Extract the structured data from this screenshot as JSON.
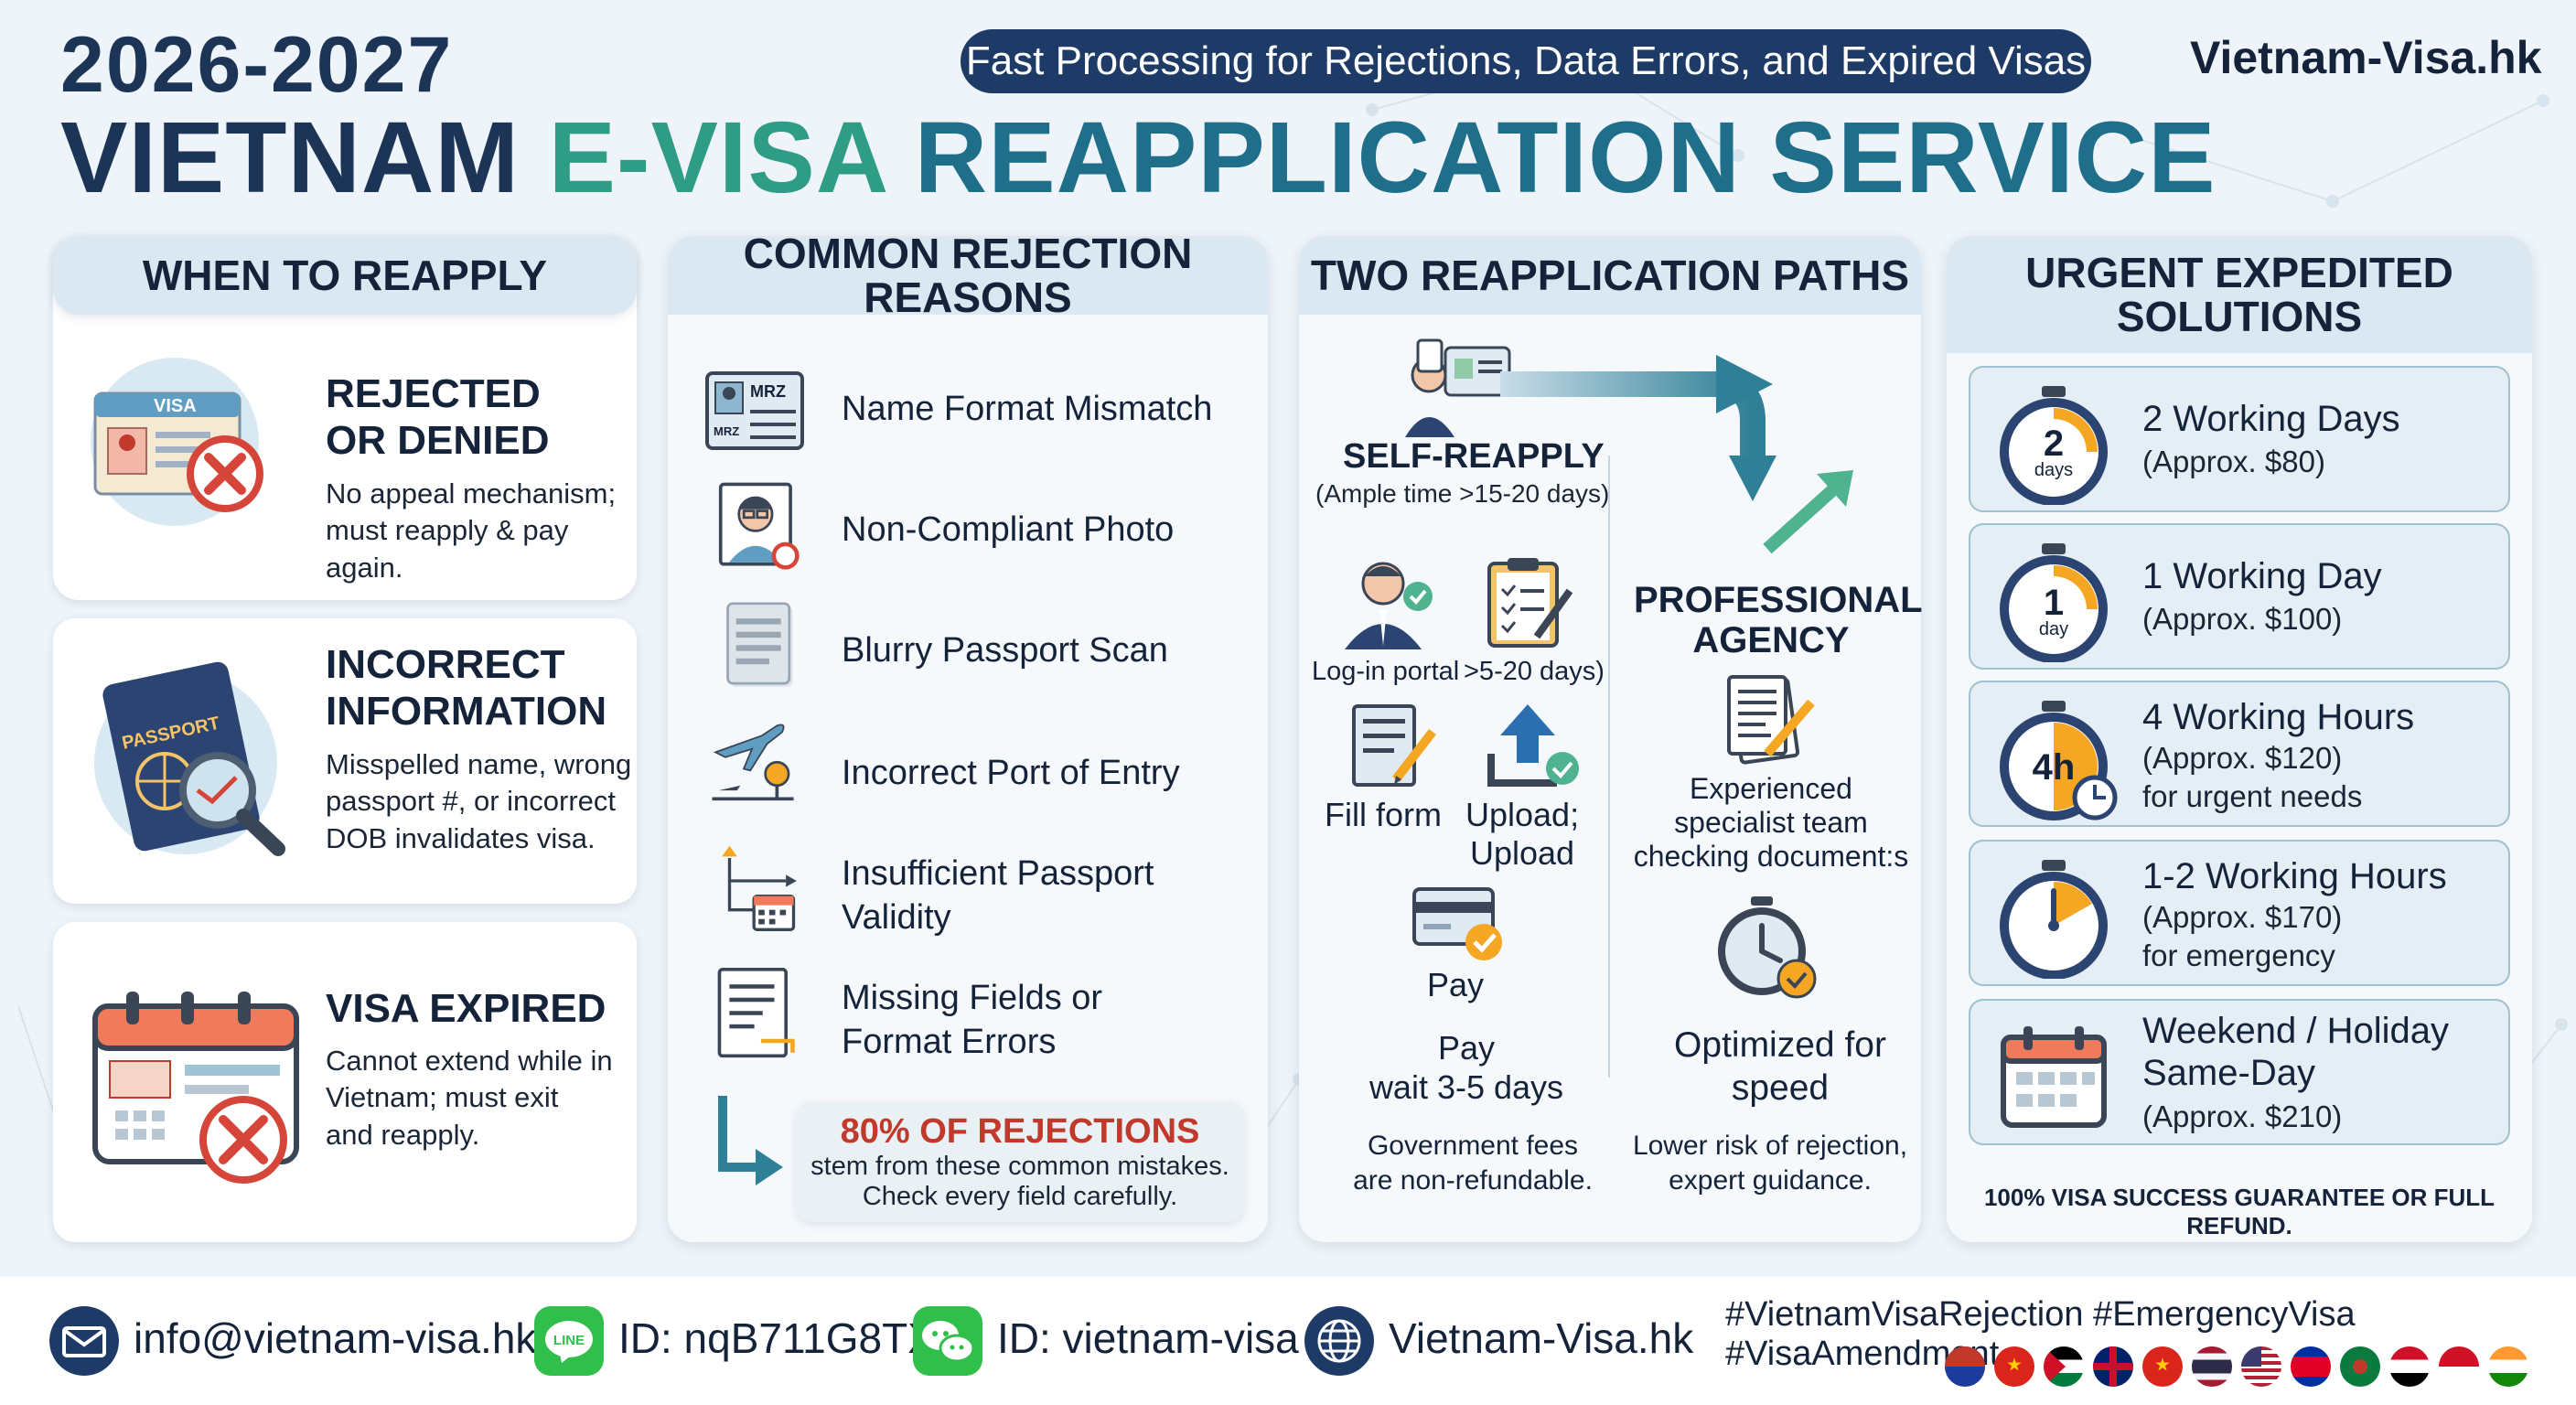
{
  "header": {
    "year": "2026-2027",
    "title_part1": "VIETNAM",
    "title_part2": "E-VISA",
    "title_part3": "REAPPLICATION SERVICE",
    "tagline": "Fast Processing for Rejections, Data Errors, and Expired Visas",
    "brand": "Vietnam-Visa.hk"
  },
  "when": {
    "heading": "WHEN TO REAPPLY",
    "cards": [
      {
        "title_l1": "REJECTED",
        "title_l2": "OR DENIED",
        "desc_l1": "No appeal mechanism;",
        "desc_l2": "must reapply & pay again.",
        "desc_l3": "",
        "icon": "rejected-visa-icon"
      },
      {
        "title_l1": "INCORRECT",
        "title_l2": "INFORMATION",
        "desc_l1": "Misspelled name, wrong",
        "desc_l2": "passport #, or incorrect",
        "desc_l3": "DOB invalidates visa.",
        "icon": "passport-magnifier-icon"
      },
      {
        "title_l1": "VISA EXPIRED",
        "title_l2": "",
        "desc_l1": "Cannot extend while in",
        "desc_l2": "Vietnam; must exit",
        "desc_l3": "and reapply.",
        "icon": "expired-calendar-icon"
      }
    ],
    "visa_word": "VISA",
    "passport_word": "PASSPORT"
  },
  "reasons": {
    "heading": "COMMON REJECTION REASONS",
    "items": [
      {
        "l1": "Name Format Mismatch",
        "l2": ""
      },
      {
        "l1": "Non-Compliant Photo",
        "l2": ""
      },
      {
        "l1": "Blurry Passport Scan",
        "l2": ""
      },
      {
        "l1": "Incorrect Port of Entry",
        "l2": ""
      },
      {
        "l1": "Insufficient Passport",
        "l2": "Validity"
      },
      {
        "l1": "Missing Fields or",
        "l2": "Format Errors"
      }
    ],
    "mrz": "MRZ",
    "stat_title": "80% OF REJECTIONS",
    "stat_l1": "stem from these common mistakes.",
    "stat_l2": "Check every field carefully."
  },
  "paths": {
    "heading": "TWO REAPPLICATION PATHS",
    "self_title": "SELF-REAPPLY",
    "self_sub": "(Ample time >15-20 days)",
    "login": "Log-in portal",
    "wait": ">5-20 days)",
    "fill": "Fill form",
    "upload_l1": "Upload;",
    "upload_l2": "Upload",
    "pay_icon_label": "Pay",
    "pay_l1": "Pay",
    "pay_l2": "wait 3-5 days",
    "self_note_l1": "Government fees",
    "self_note_l2": "are non-refundable.",
    "agency_l1": "PROFESSIONAL",
    "agency_l2": "AGENCY",
    "exp_l1": "Experienced",
    "exp_l2": "specialist team",
    "exp_l3": "checking document:s",
    "opt_l1": "Optimized for",
    "opt_l2": "speed",
    "agency_note_l1": "Lower risk of rejection,",
    "agency_note_l2": "expert guidance."
  },
  "urgent": {
    "heading_l1": "URGENT EXPEDITED",
    "heading_l2": "SOLUTIONS",
    "options": [
      {
        "badge_top": "2",
        "badge_bottom": "days",
        "l1": "2 Working Days",
        "l2": "(Approx. $80)",
        "l3": ""
      },
      {
        "badge_top": "1",
        "badge_bottom": "day",
        "l1": "1 Working Day",
        "l2": "(Approx. $100)",
        "l3": ""
      },
      {
        "badge_top": "4h",
        "badge_bottom": "",
        "l1": "4 Working Hours",
        "l2": "(Approx. $120)",
        "l3": "for urgent needs"
      },
      {
        "badge_top": "",
        "badge_bottom": "",
        "l1": "1-2 Working Hours",
        "l2": "(Approx. $170)",
        "l3": "for emergency"
      },
      {
        "badge_top": "",
        "badge_bottom": "",
        "l1": "Weekend / Holiday",
        "l2": "Same-Day",
        "l3": "(Approx. $210)"
      }
    ],
    "guarantee": "100% VISA SUCCESS GUARANTEE OR FULL REFUND."
  },
  "footer": {
    "email": "info@vietnam-visa.hk",
    "line_label": "LINE",
    "line_id": "ID: nqB711G8TX",
    "wechat_id": "ID: vietnam-visa",
    "website": "Vietnam-Visa.hk",
    "hashtags": "#VietnamVisaRejection #EmergencyVisa #VisaAmendment"
  },
  "colors": {
    "navy": "#1c3557",
    "teal": "#2f9c86",
    "pill": "#1d3b66",
    "alert_red": "#c0392b",
    "orange": "#f5a623"
  }
}
